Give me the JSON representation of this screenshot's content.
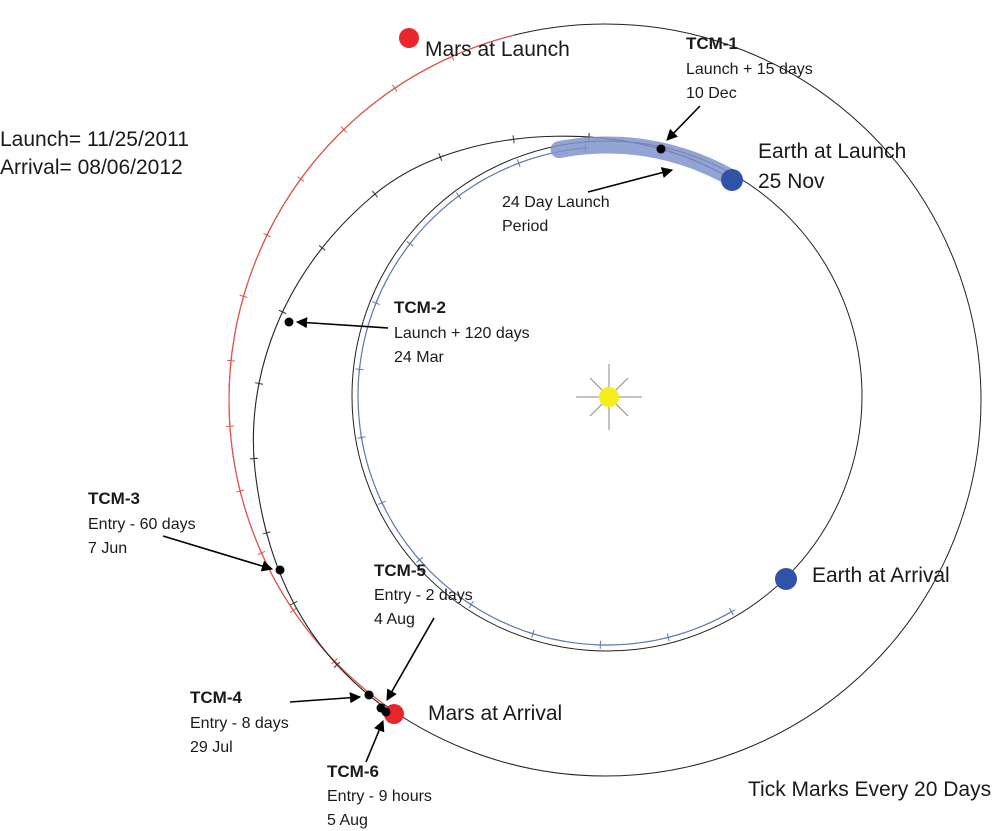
{
  "header": {
    "launch_line": "Launch= 11/25/2011",
    "arrival_line": "Arrival=  08/06/2012"
  },
  "footer_note": "Tick Marks Every 20 Days",
  "colors": {
    "mars": "#e8262c",
    "earth": "#3052a8",
    "earth_orbit": "#5b7aa8",
    "launch_period": "#7f93cc",
    "sun": "#f3ee1d",
    "mars_orbit_highlight": "#e6534a",
    "transfer": "#222222"
  },
  "bodies": {
    "mars_launch": {
      "label": "Mars at Launch"
    },
    "earth_launch": {
      "label1": "Earth at Launch",
      "label2": "25 Nov"
    },
    "earth_arrival": {
      "label": "Earth at Arrival"
    },
    "mars_arrival": {
      "label": "Mars at Arrival"
    }
  },
  "launch_period": {
    "line1": "24 Day Launch",
    "line2": "Period"
  },
  "tcm": {
    "tcm1": {
      "title": "TCM-1",
      "line1": "Launch + 15 days",
      "line2": "10 Dec"
    },
    "tcm2": {
      "title": "TCM-2",
      "line1": "Launch + 120 days",
      "line2": "24 Mar"
    },
    "tcm3": {
      "title": "TCM-3",
      "line1": "Entry - 60 days",
      "line2": "7 Jun"
    },
    "tcm4": {
      "title": "TCM-4",
      "line1": "Entry - 8 days",
      "line2": "29 Jul"
    },
    "tcm5": {
      "title": "TCM-5",
      "line1": "Entry - 2 days",
      "line2": "4 Aug"
    },
    "tcm6": {
      "title": "TCM-6",
      "line1": "Entry - 9 hours",
      "line2": "5 Aug"
    }
  }
}
